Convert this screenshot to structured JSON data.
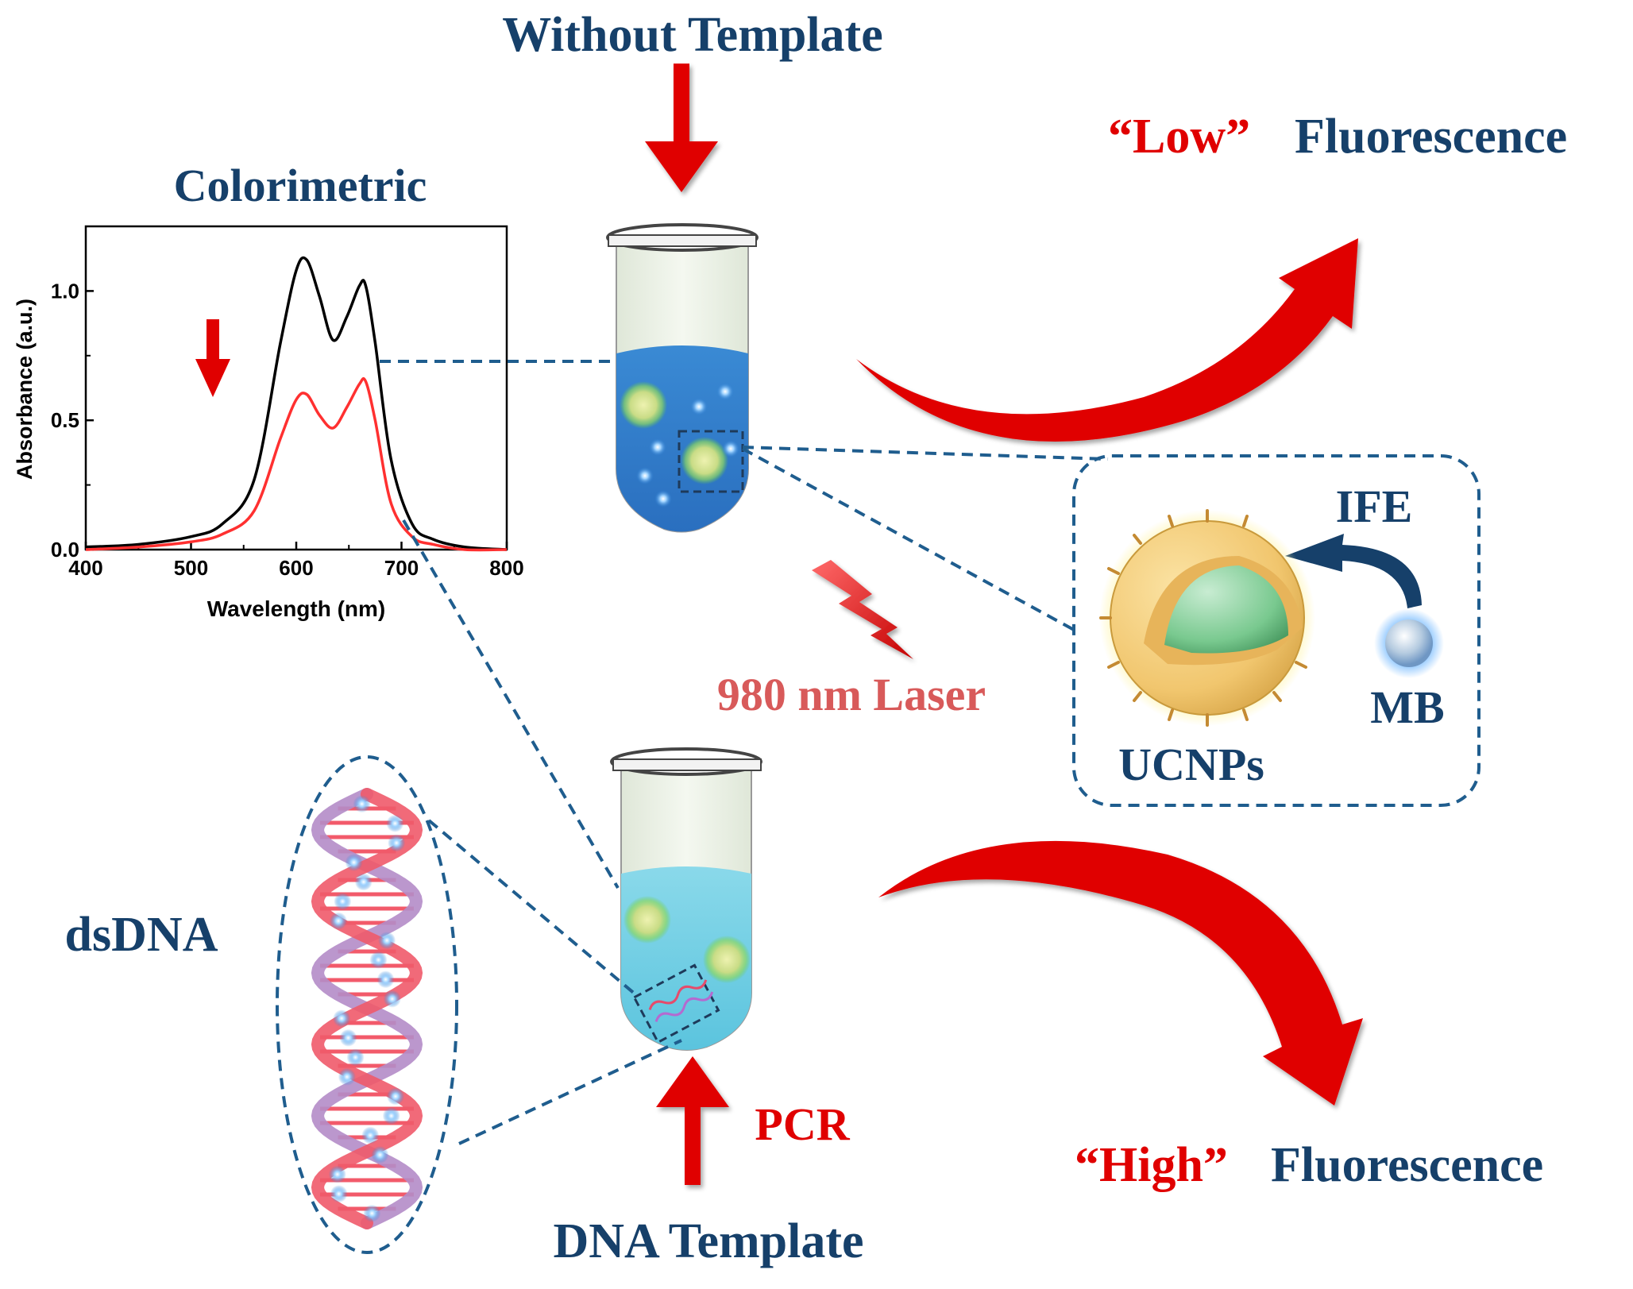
{
  "labels": {
    "without_template": "Without Template",
    "colorimetric": "Colorimetric",
    "low_quote": "“Low”",
    "high_quote": "“High”",
    "fluorescence": "Fluorescence",
    "laser": "980 nm Laser",
    "ife": "IFE",
    "mb": "MB",
    "ucnps": "UCNPs",
    "dsdna": "dsDNA",
    "pcr": "PCR",
    "dna_template": "DNA Template"
  },
  "colors": {
    "navy": "#16406a",
    "red": "#e00000",
    "laser_text": "#d85a5a",
    "dash": "#1f5d8e",
    "liquid_top": "#2f7fcf",
    "liquid_bottom": "#62c7e0"
  },
  "chart_data": {
    "type": "line",
    "xlabel": "Wavelength (nm)",
    "ylabel": "Absorbance (a.u.)",
    "xlim": [
      400,
      800
    ],
    "ylim": [
      0,
      1.25
    ],
    "xticks": [
      400,
      500,
      600,
      700,
      800
    ],
    "yticks": [
      0.0,
      0.5,
      1.0
    ],
    "ytick_labels": [
      "0.0",
      "0.5",
      "1.0"
    ],
    "grid": false,
    "series": [
      {
        "color": "#000000",
        "x": [
          400,
          450,
          500,
          530,
          560,
          585,
          600,
          610,
          622,
          635,
          648,
          660,
          666,
          675,
          690,
          710,
          730,
          760,
          800
        ],
        "y": [
          0.01,
          0.02,
          0.05,
          0.1,
          0.27,
          0.8,
          1.08,
          1.12,
          0.98,
          0.81,
          0.9,
          1.02,
          1.02,
          0.8,
          0.35,
          0.1,
          0.04,
          0.01,
          0.0
        ]
      },
      {
        "color": "#ff3030",
        "x": [
          400,
          450,
          500,
          530,
          560,
          585,
          600,
          610,
          622,
          635,
          648,
          660,
          666,
          675,
          690,
          710,
          730,
          760,
          800
        ],
        "y": [
          0.0,
          0.01,
          0.03,
          0.06,
          0.15,
          0.43,
          0.58,
          0.6,
          0.52,
          0.47,
          0.55,
          0.64,
          0.65,
          0.5,
          0.18,
          0.05,
          0.02,
          0.0,
          0.0
        ]
      }
    ]
  }
}
